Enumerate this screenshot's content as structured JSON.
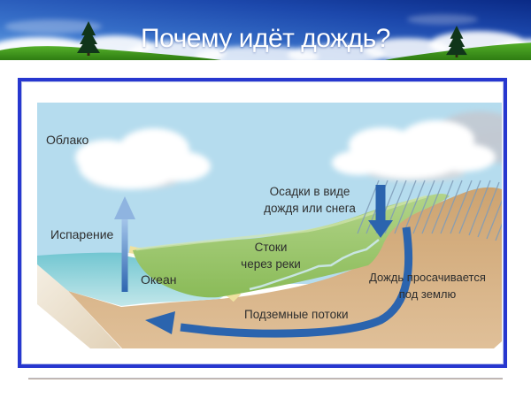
{
  "slide": {
    "title": "Почему идёт дождь?"
  },
  "diagram": {
    "labels": {
      "cloud": "Облако",
      "evaporation": "Испарение",
      "ocean": "Океан",
      "precipitation": "Осадки в виде\nдождя или снега",
      "river_runoff": "Стоки\nчерез реки",
      "groundwater": "Подземные потоки",
      "seepage": "Дождь просачивается\nпод землю"
    },
    "colors": {
      "sky": "#b5dcee",
      "ocean": "#79c9d3",
      "beach": "#efe1a0",
      "land_green": "#9cc66c",
      "ground_tan": "#d2a877",
      "arrow_blue": "#2b64ae",
      "rain_lines": "#7f9cb8",
      "frame_border": "#2737cf"
    }
  },
  "banner": {
    "colors": {
      "sky_light": "#6ea9e6",
      "sky_dark": "#0a2a86",
      "grass": "#3f941c"
    }
  }
}
